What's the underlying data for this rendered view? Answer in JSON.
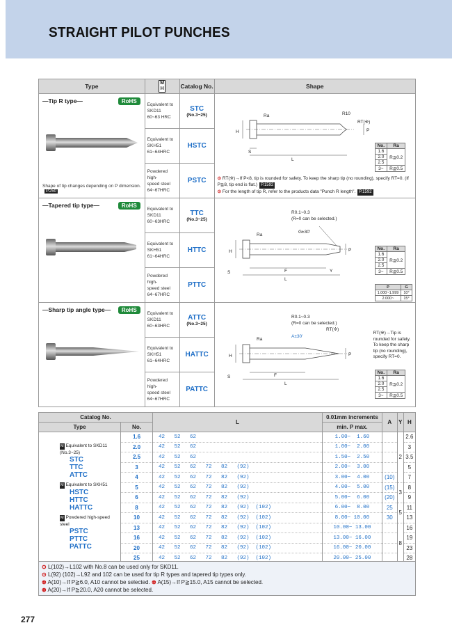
{
  "title": "STRAIGHT PILOT PUNCHES",
  "header": {
    "type": "Type",
    "mh_top": "M",
    "mh_bottom": "H",
    "catalog": "Catalog No.",
    "shape": "Shape"
  },
  "rohs_label": "RoHS",
  "groups": [
    {
      "type_name": "—Tip R type—",
      "caption": "Shape of tip changes depending on P dimension.",
      "caption_ref": "P.250",
      "rows": [
        {
          "material": [
            "Equivalent to",
            "SKD11",
            "60~63 HRC"
          ],
          "catalog": "STC",
          "catalog_sub": "(No.3~25)"
        },
        {
          "material": [
            "Equivalent to",
            "SKH51",
            "61~64HRC"
          ],
          "catalog": "HSTC",
          "catalog_sub": ""
        },
        {
          "material": [
            "Powdered high-",
            "speed steel",
            "64~67HRC"
          ],
          "catalog": "PSTC",
          "catalog_sub": ""
        }
      ],
      "dims": {
        "ra": "Ra",
        "r10": "R10",
        "rt": "RT(※)",
        "h": "H",
        "s": "S",
        "l": "L",
        "p": "P"
      },
      "spec": {
        "headers": [
          "No.",
          "Ra"
        ],
        "rows": [
          [
            "1.6",
            "R≦0.2"
          ],
          [
            "2.0",
            ""
          ],
          [
            "2.5",
            ""
          ],
          [
            "3~",
            "R≦0.5"
          ]
        ]
      },
      "notes": [
        "RT(※)→If P<8, tip is rounded for safety. To keep the sharp tip (no rounding), specify RT=0. (If P≧8, tip end is flat.)",
        "For the length of tip R, refer to the products data \"Punch R length\"."
      ],
      "note_refs": [
        "P.1592",
        "P.1592"
      ]
    },
    {
      "type_name": "—Tapered tip type—",
      "rows": [
        {
          "material": [
            "Equivalent to",
            "SKD11",
            "60~63HRC"
          ],
          "catalog": "TTC",
          "catalog_sub": "(No.3~25)"
        },
        {
          "material": [
            "Equivalent to",
            "SKH51",
            "61~64HRC"
          ],
          "catalog": "HTTC",
          "catalog_sub": ""
        },
        {
          "material": [
            "Powdered high-",
            "speed steel",
            "64~67HRC"
          ],
          "catalog": "PTTC",
          "catalog_sub": ""
        }
      ],
      "dims": {
        "ra": "Ra",
        "r": "R0.1~0.3",
        "r_note": "(R=0 can be selected.)",
        "g": "G±30'",
        "f": "F",
        "y": "Y",
        "s": "S",
        "l": "L",
        "p": "P",
        "h": "H"
      },
      "spec": {
        "headers": [
          "No.",
          "Ra"
        ],
        "rows": [
          [
            "1.6",
            "R≦0.2"
          ],
          [
            "2.0",
            ""
          ],
          [
            "2.5",
            ""
          ],
          [
            "3~",
            "R≦0.5"
          ]
        ]
      },
      "spec2": {
        "headers": [
          "P",
          "G"
        ],
        "rows": [
          [
            "1.000~1.999",
            "10°"
          ],
          [
            "2.000~",
            "15°"
          ]
        ]
      }
    },
    {
      "type_name": "—Sharp tip angle type—",
      "rows": [
        {
          "material": [
            "Equivalent to",
            "SKD11",
            "60~63HRC"
          ],
          "catalog": "ATTC",
          "catalog_sub": "(No.3~25)"
        },
        {
          "material": [
            "Equivalent to",
            "SKH51",
            "61~64HRC"
          ],
          "catalog": "HATTC",
          "catalog_sub": ""
        },
        {
          "material": [
            "Powdered high-",
            "speed steel",
            "64~67HRC"
          ],
          "catalog": "PATTC",
          "catalog_sub": ""
        }
      ],
      "dims": {
        "ra": "Ra",
        "r": "R0.1~0.3",
        "r_note": "(R=0 can be selected.)",
        "a": "A±30'",
        "rt": "RT(※)",
        "f": "F",
        "s": "S",
        "l": "L",
        "p": "P",
        "h": "H"
      },
      "side_note": [
        "RT(※)→Tip is",
        "rounded for safety.",
        "To keep the sharp",
        "tip (no rounding),",
        "specify RT=0."
      ],
      "spec": {
        "headers": [
          "No.",
          "Ra"
        ],
        "rows": [
          [
            "1.6",
            "R≦0.2"
          ],
          [
            "2.0",
            ""
          ],
          [
            "2.5",
            ""
          ],
          [
            "3~",
            "R≦0.5"
          ]
        ]
      }
    }
  ],
  "table": {
    "headers": {
      "catalog": "Catalog No.",
      "type": "Type",
      "no": "No.",
      "l": "L",
      "inc": "0.01mm increments",
      "minp": "min. P max.",
      "a": "A",
      "y": "Y",
      "h": "H"
    },
    "group_labels": [
      {
        "m": "M",
        "text": "Equivalent to SKD11 (No.3~25)",
        "cats": [
          "STC",
          "TTC",
          "ATTC"
        ]
      },
      {
        "m": "M",
        "text": "Equivalent to SKH51",
        "cats": [
          "HSTC",
          "HTTC",
          "HATTC"
        ]
      },
      {
        "m": "M",
        "text": "Powdered high-speed steel",
        "cats": [
          "PSTC",
          "PTTC",
          "PATTC"
        ]
      }
    ],
    "rows": [
      {
        "no": "1.6",
        "l": "42   52   62",
        "p": "1.00~  1.60",
        "a": "",
        "h": "2.6"
      },
      {
        "no": "2.0",
        "l": "42   52   62",
        "p": "1.00~  2.00",
        "a": "",
        "h": "3"
      },
      {
        "no": "2.5",
        "l": "42   52   62",
        "p": "1.50~  2.50",
        "a": "",
        "h": "3.5"
      },
      {
        "no": "3",
        "l": "42   52   62   72   82   (92)",
        "p": "2.00~  3.00",
        "a": "",
        "h": "5"
      },
      {
        "no": "4",
        "l": "42   52   62   72   82   (92)",
        "p": "3.00~  4.00",
        "a": "(10)",
        "h": "7"
      },
      {
        "no": "5",
        "l": "42   52   62   72   82   (92)",
        "p": "4.00~  5.00",
        "a": "(15)",
        "h": "8"
      },
      {
        "no": "6",
        "l": "42   52   62   72   82   (92)",
        "p": "5.00~  6.00",
        "a": "(20)",
        "h": "9"
      },
      {
        "no": "8",
        "l": "42   52   62   72   82   (92)  (102)",
        "p": "6.00~  8.00",
        "a": "25",
        "h": "11"
      },
      {
        "no": "10",
        "l": "42   52   62   72   82   (92)  (102)",
        "p": "8.00~ 10.00",
        "a": "30",
        "h": "13"
      },
      {
        "no": "13",
        "l": "42   52   62   72   82   (92)  (102)",
        "p": "10.00~ 13.00",
        "a": "",
        "h": "16"
      },
      {
        "no": "16",
        "l": "42   52   62   72   82   (92)  (102)",
        "p": "13.00~ 16.00",
        "a": "",
        "h": "19"
      },
      {
        "no": "20",
        "l": "42   52   62   72   82   (92)  (102)",
        "p": "16.00~ 20.00",
        "a": "",
        "h": "23"
      },
      {
        "no": "25",
        "l": "42   52   62   72   82   (92)  (102)",
        "p": "20.00~ 25.00",
        "a": "",
        "h": "28"
      }
    ],
    "y_values": [
      "2",
      "3",
      "5",
      "8"
    ]
  },
  "footnotes": [
    "L(102)→L102 with No.8 can be used only for SKD11.",
    "L(92) (102)→L92 and 102 can be used for tip R types and tapered tip types only.",
    "A(10)→If P≧6.0, A10 cannot be selected.",
    "A(15)→If P≧15.0, A15 cannot be selected.",
    "A(20)→If P≧20.0, A20 cannot be selected."
  ],
  "page_number": "277"
}
